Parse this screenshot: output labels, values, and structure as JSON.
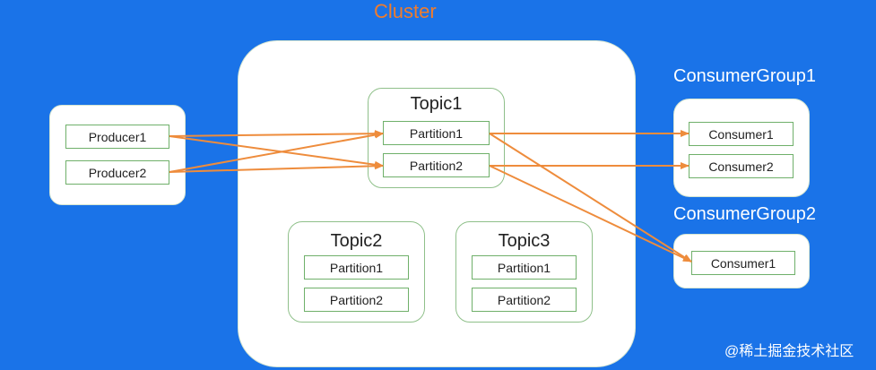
{
  "cluster": {
    "label": "Cluster",
    "label_color": "#f07c2c"
  },
  "producers": [
    "Producer1",
    "Producer2"
  ],
  "topics": [
    {
      "name": "Topic1",
      "partitions": [
        "Partition1",
        "Partition2"
      ]
    },
    {
      "name": "Topic2",
      "partitions": [
        "Partition1",
        "Partition2"
      ]
    },
    {
      "name": "Topic3",
      "partitions": [
        "Partition1",
        "Partition2"
      ]
    }
  ],
  "consumer_groups": [
    {
      "name": "ConsumerGroup1",
      "consumers": [
        "Consumer1",
        "Consumer2"
      ]
    },
    {
      "name": "ConsumerGroup2",
      "consumers": [
        "Consumer1"
      ]
    }
  ],
  "watermark": "@稀土掘金技术社区",
  "colors": {
    "background": "#1a73e8",
    "arrow": "#ee8c3c",
    "border_green": "#6fb06a"
  }
}
